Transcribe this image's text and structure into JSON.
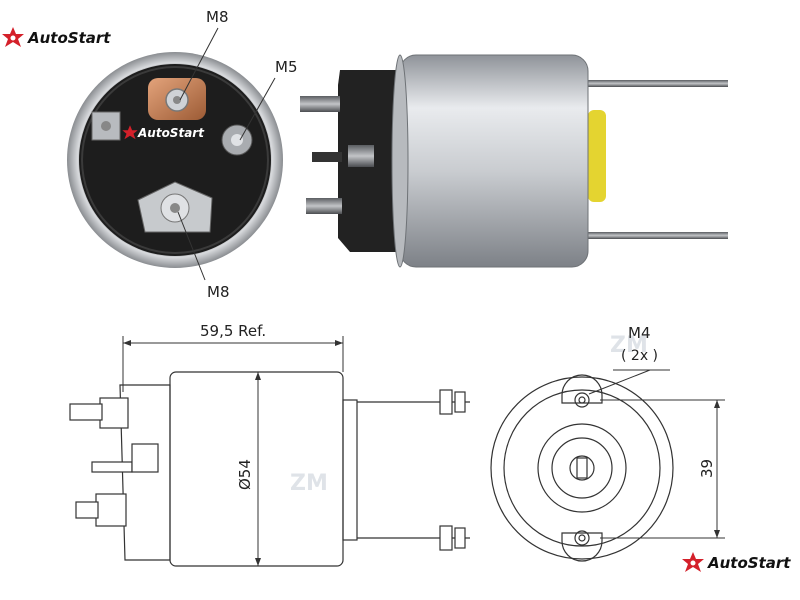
{
  "brand": {
    "name": "AutoStart",
    "logo_icon": "puzzle-star-icon",
    "logo_color": "#d4202a"
  },
  "watermark": {
    "text": "ZM",
    "color": "#d8dde3"
  },
  "photo_labels": {
    "front_top_terminal": "M8",
    "front_side_terminal": "M5",
    "front_bottom_terminal": "M8"
  },
  "dimensions": {
    "length": "59,5 Ref.",
    "diameter": "Ø54",
    "hole_spacing": "39",
    "mount_thread": "M4",
    "mount_count": "( 2x )"
  }
}
